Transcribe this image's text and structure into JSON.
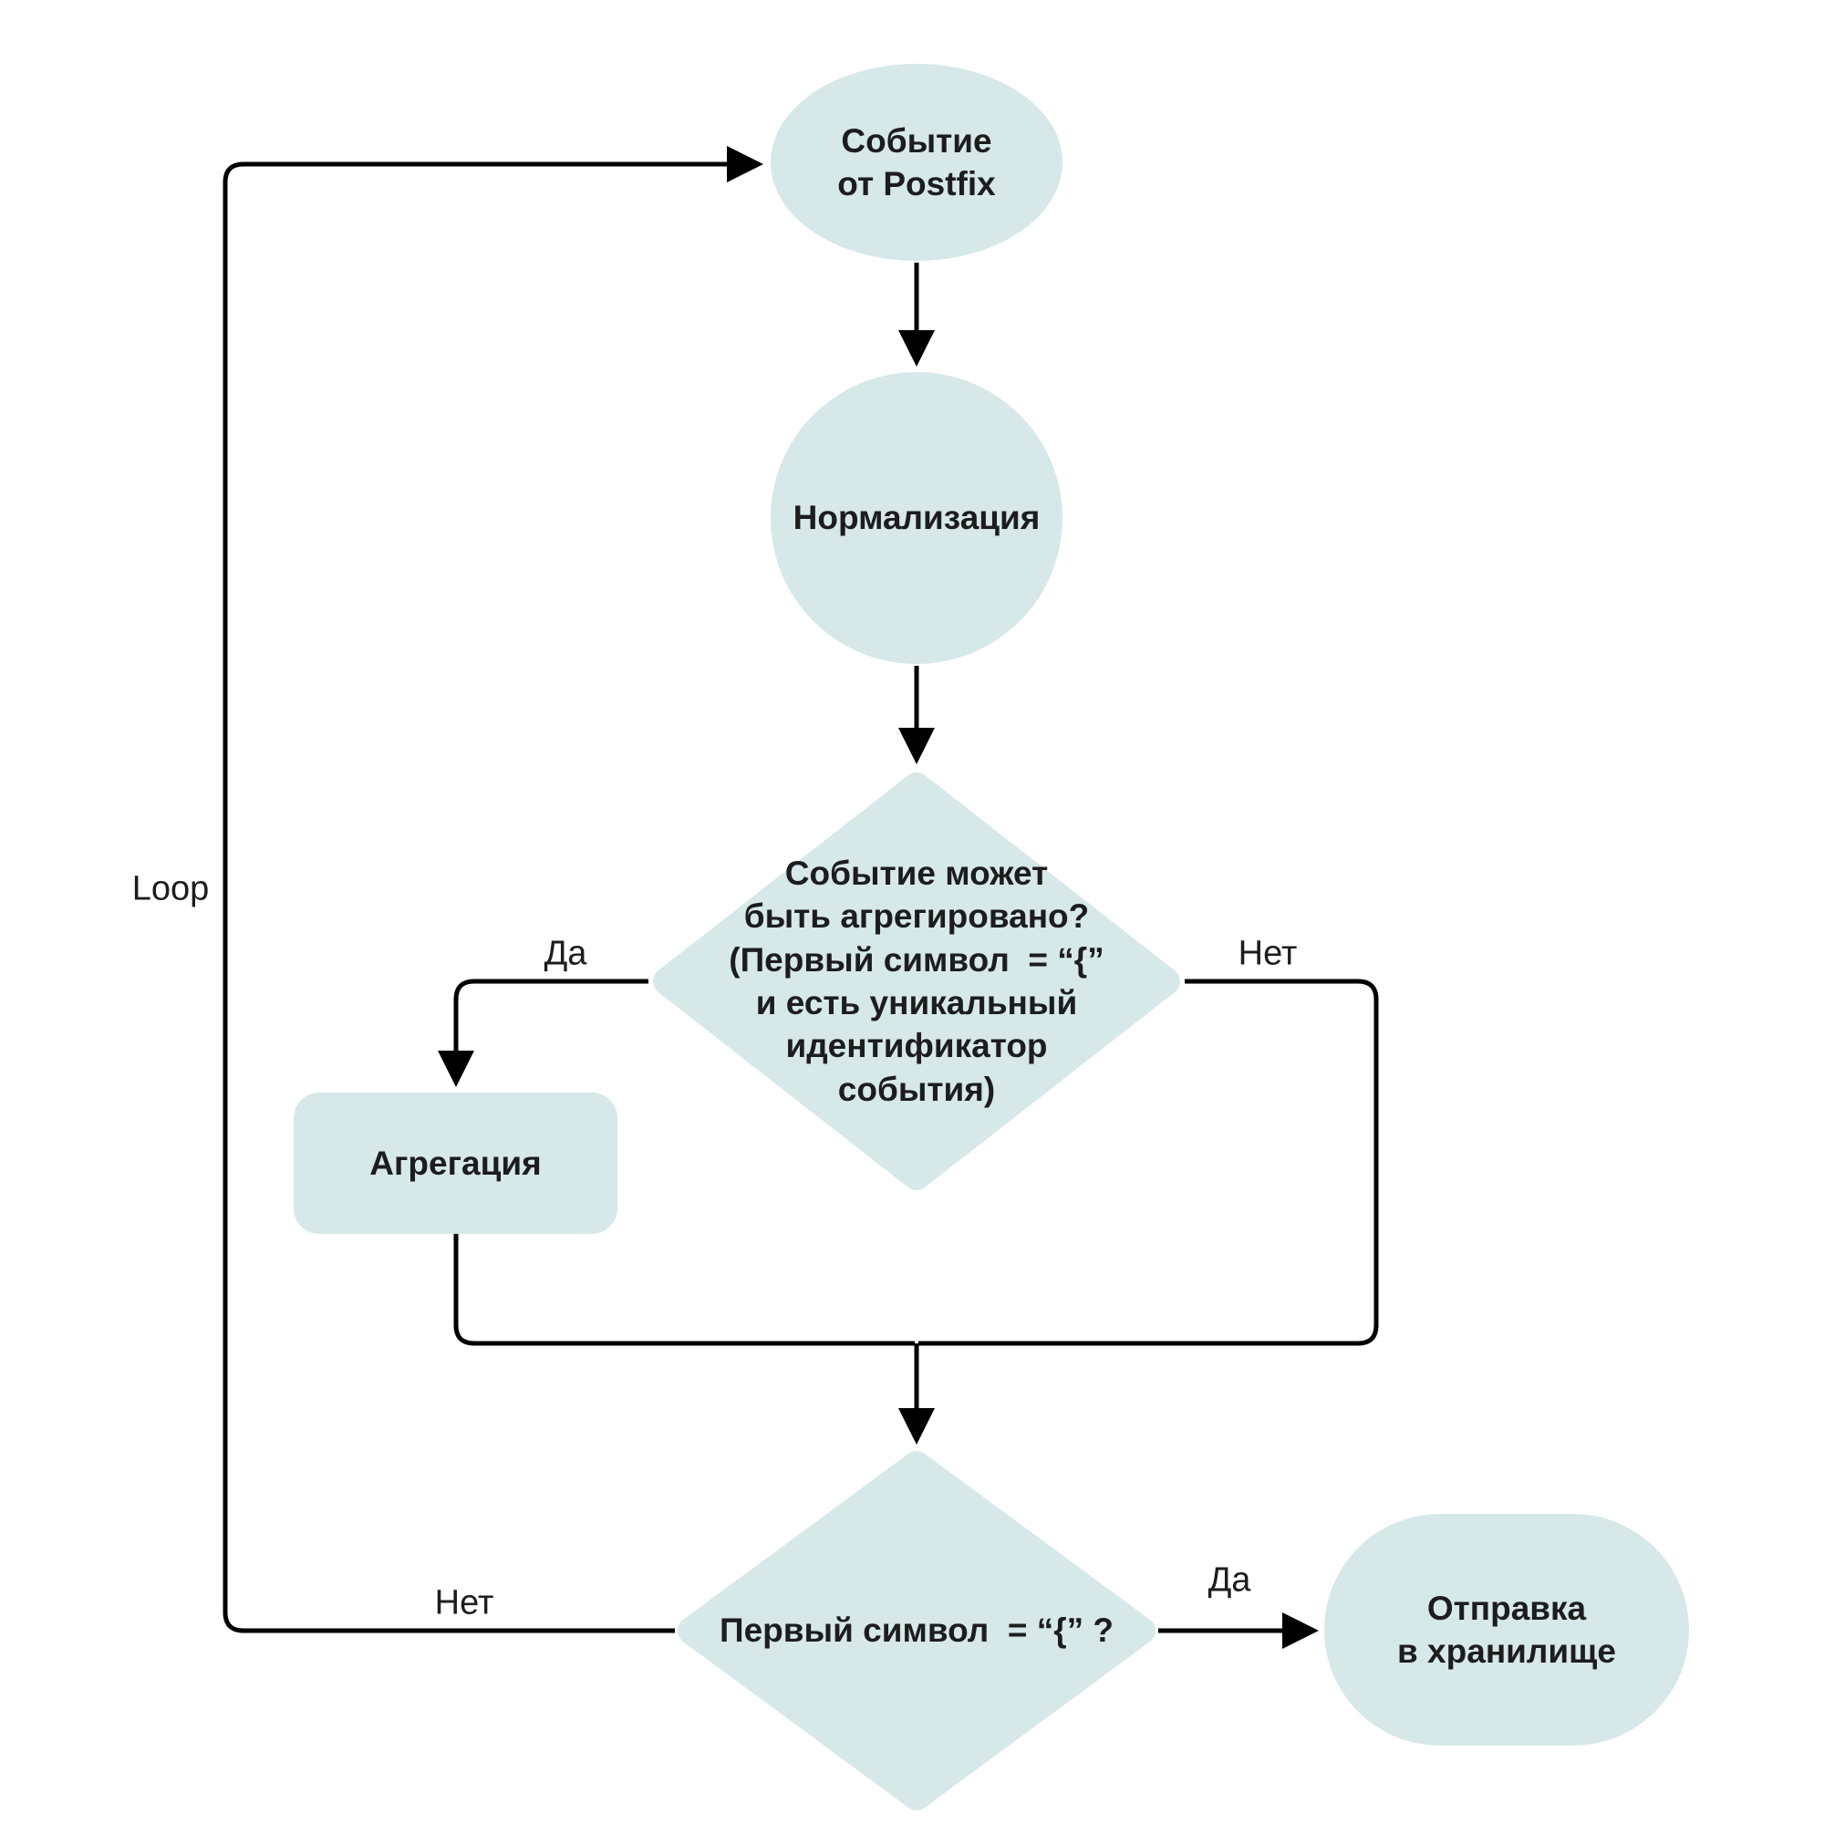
{
  "colors": {
    "node_fill": "#d6e8e8",
    "connector": "#000000",
    "text": "#1d1d1d"
  },
  "nodes": {
    "start": {
      "label": "Событие\nот Postfix"
    },
    "normalization": {
      "label": "Нормализация"
    },
    "decision_aggregate": {
      "label": "Событие может\nбыть агрегировано?\n(Первый символ  = “{”\nи есть уникальный\nидентификатор\nсобытия)"
    },
    "aggregation": {
      "label": "Агрегация"
    },
    "decision_first_char": {
      "label": "Первый символ  = “{” ?"
    },
    "storage": {
      "label": "Отправка\nв хранилище"
    }
  },
  "edge_labels": {
    "yes_to_aggregation": "Да",
    "no_to_merge": "Нет",
    "no_to_loop": "Нет",
    "yes_to_storage": "Да",
    "loop": "Loop"
  }
}
